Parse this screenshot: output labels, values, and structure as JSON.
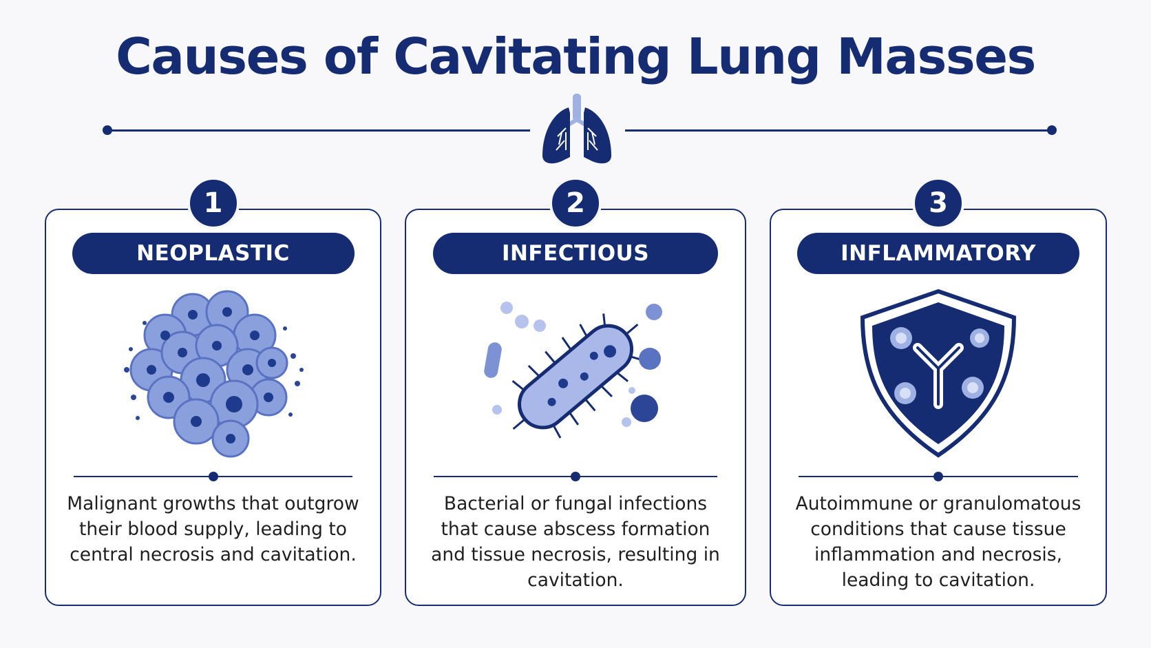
{
  "title": "Causes of Cavitating Lung Masses",
  "colors": {
    "primary": "#152c72",
    "accent_light": "#7d92d4",
    "accent_pale": "#b6c3ec",
    "background": "#f8f8fa",
    "card_background": "#ffffff"
  },
  "header_icon": "lungs-icon",
  "categories": [
    {
      "number": "1",
      "label": "NEOPLASTIC",
      "icon": "cell-cluster-icon",
      "description": "Malignant growths that outgrow their blood supply, leading to central necrosis and cavitation."
    },
    {
      "number": "2",
      "label": "INFECTIOUS",
      "icon": "bacterium-icon",
      "description": "Bacterial or fungal infections that cause abscess formation and tissue necrosis, resulting in cavitation."
    },
    {
      "number": "3",
      "label": "INFLAMMATORY",
      "icon": "antibody-shield-icon",
      "description": "Autoimmune or granulomatous conditions that cause tissue inflammation and necrosis, leading to cavitation."
    }
  ]
}
